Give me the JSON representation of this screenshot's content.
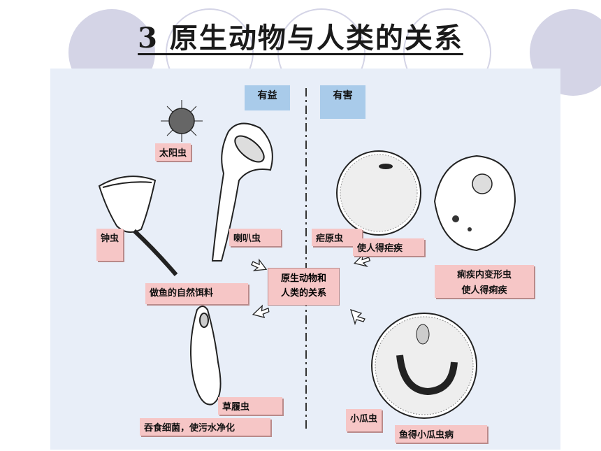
{
  "title": "3  原生动物与人类的关系",
  "headers": {
    "beneficial": "有益",
    "harmful": "有害"
  },
  "center": {
    "line1": "原生动物和",
    "line2": "人类的关系"
  },
  "labels": {
    "heliozoa": "太阳虫",
    "vorticella": "钟虫",
    "stentor": "喇叭虫",
    "fish_food": "做鱼的自然饵料",
    "paramecium": "草履虫",
    "paramecium_role": "吞食细菌，使污水净化",
    "plasmodium": "疟原虫",
    "malaria": "使人得疟疾",
    "amoeba": "痢疾内变形虫",
    "amoeba_role": "使人得痢疾",
    "ichthyophthirius": "小瓜虫",
    "ich_disease": "鱼得小瓜虫病"
  },
  "colors": {
    "panel": "#e8eef8",
    "label_bg": "#f6c6c6",
    "header_bg": "#a9cbea",
    "deco_circle": "#d4d4e6"
  }
}
